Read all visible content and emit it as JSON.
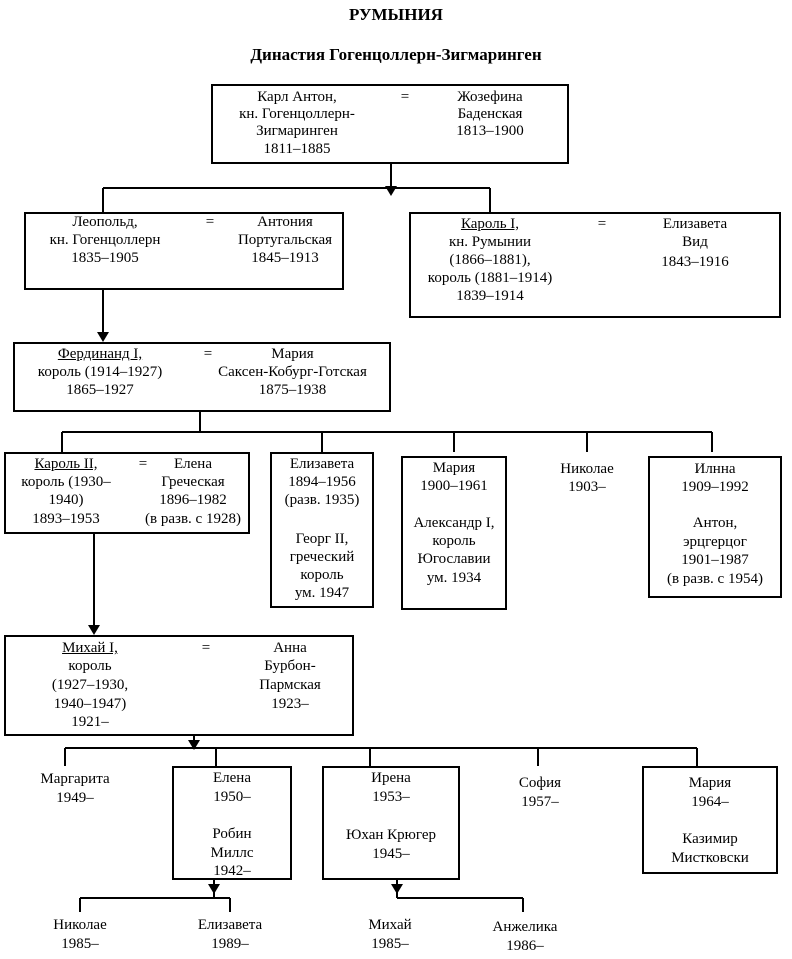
{
  "header": {
    "country": "РУМЫНИЯ",
    "dynasty": "Династия Гогенцоллерн-Зигмаринген"
  },
  "marriage_sign": "=",
  "gen1": {
    "karl_anton": [
      "Карл Антон,",
      "кн. Гогенцоллерн-",
      "Зигмаринген",
      "1811–1885"
    ],
    "josephine": [
      "Жозефина",
      "Баденская",
      "1813–1900"
    ]
  },
  "gen2": {
    "leopold": [
      "Леопольд,",
      "кн. Гогенцоллерн",
      "1835–1905"
    ],
    "antonia": [
      "Антония",
      "Португальская",
      "1845–1913"
    ],
    "carol1_name": "Кароль I,",
    "carol1": [
      "кн. Румынии",
      "(1866–1881),",
      "король (1881–1914)",
      "1839–1914"
    ],
    "elisabeta": [
      "Елизавета",
      "Вид",
      "1843–1916"
    ]
  },
  "gen3": {
    "ferdinand_name": "Фердинанд I,",
    "ferdinand": [
      "король (1914–1927)",
      "1865–1927"
    ],
    "maria": [
      "Мария",
      "Саксен-Кобург-Готская",
      "1875–1938"
    ]
  },
  "gen4": {
    "carol2_name": "Кароль II,",
    "carol2": [
      "король (1930–",
      "1940)",
      "1893–1953"
    ],
    "elena": [
      "Елена",
      "Греческая",
      "1896–1982",
      "(в разв. с 1928)"
    ],
    "elizaveta": [
      "Елизавета",
      "1894–1956",
      "(разв. 1935)",
      "",
      "Георг II,",
      "греческий",
      "король",
      "ум. 1947"
    ],
    "maria": [
      "Мария",
      "1900–1961",
      "",
      "Александр I,",
      "король",
      "Югославии",
      "ум. 1934"
    ],
    "nicolae": [
      "Николае",
      "1903–"
    ],
    "ileana": [
      "Илнна",
      "1909–1992",
      "",
      "Антон,",
      "эрцгерцог",
      "1901–1987",
      "(в разв. с 1954)"
    ]
  },
  "gen5": {
    "mihai_name": "Михай I,",
    "mihai": [
      "король",
      "(1927–1930,",
      "1940–1947)",
      "1921–"
    ],
    "anna": [
      "Анна",
      "Бурбон-",
      "Пармская",
      "1923–"
    ]
  },
  "gen6": {
    "margareta": [
      "Маргарита",
      "1949–"
    ],
    "elena": [
      "Елена",
      "1950–",
      "",
      "Робин",
      "Миллс",
      "1942–"
    ],
    "irina": [
      "Ирена",
      "1953–",
      "",
      "Юхан Крюгер",
      "1945–"
    ],
    "sofia": [
      "София",
      "1957–"
    ],
    "maria": [
      "Мария",
      "1964–",
      "",
      "Казимир",
      "Мистковски"
    ]
  },
  "gen7": {
    "nicolae": [
      "Николае",
      "1985–"
    ],
    "elizaveta": [
      "Елизавета",
      "1989–"
    ],
    "mihai": [
      "Михай",
      "1985–"
    ],
    "angelica": [
      "Анжелика",
      "1986–"
    ]
  }
}
